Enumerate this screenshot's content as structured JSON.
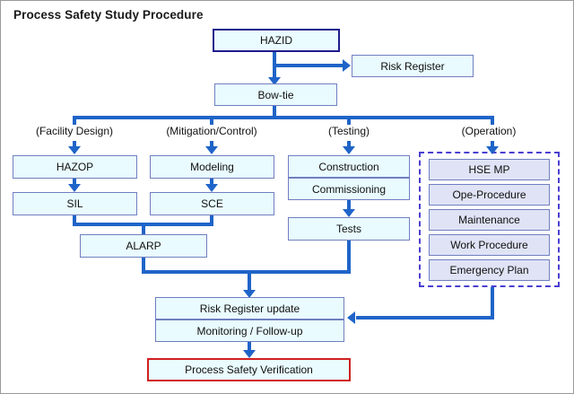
{
  "diagram": {
    "title": "Process Safety Study Procedure",
    "colors": {
      "node_fill": "#e9fbff",
      "node_border": "#6f7fc0",
      "strong_border": "#1d1d8c",
      "red_border": "#d02020",
      "lavender_fill": "#dfe3f5",
      "connector": "#1f64c8",
      "group_border": "#4a3fd0",
      "canvas_border": "#9a9a9a"
    },
    "nodes": {
      "hazid": "HAZID",
      "risk_register": "Risk Register",
      "bowtie": "Bow-tie",
      "hazop": "HAZOP",
      "sil": "SIL",
      "modeling": "Modeling",
      "sce": "SCE",
      "alarp": "ALARP",
      "construction": "Construction",
      "commissioning": "Commissioning",
      "tests": "Tests",
      "hse_mp": "HSE MP",
      "ope_procedure": "Ope-Procedure",
      "maintenance": "Maintenance",
      "work_procedure": "Work Procedure",
      "emergency_plan": "Emergency Plan",
      "risk_register_update": "Risk Register update",
      "monitoring": "Monitoring / Follow-up",
      "verification": "Process Safety Verification"
    },
    "group_labels": {
      "facility_design": "(Facility Design)",
      "mitigation_control": "(Mitigation/Control)",
      "testing": "(Testing)",
      "operation": "(Operation)"
    }
  }
}
